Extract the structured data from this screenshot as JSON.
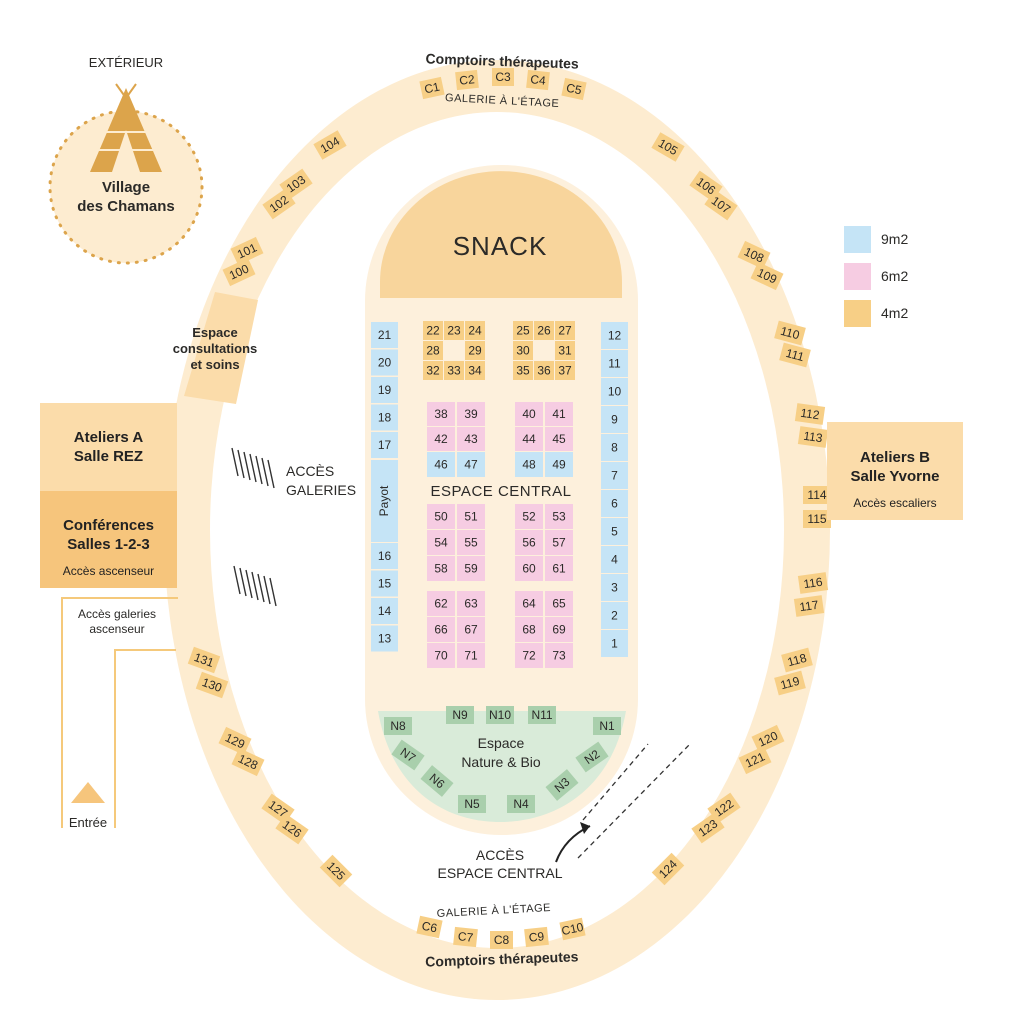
{
  "colors": {
    "blue": "#c5e4f6",
    "pink": "#f6cce2",
    "orange": "#f7cf86",
    "ring": "#fdecd0",
    "inner": "#fdf0dc",
    "snack": "#f8d59c",
    "nature": "#d9ebd9",
    "nature_box": "#a9cfac",
    "room": "#f8d59c",
    "text": "#2b2a28",
    "teepee": "#dca44b"
  },
  "legend": [
    {
      "label": "9m2",
      "color": "blue"
    },
    {
      "label": "6m2",
      "color": "pink"
    },
    {
      "label": "4m2",
      "color": "orange"
    }
  ],
  "labels": {
    "exterieur": "EXTÉRIEUR",
    "village_line1": "Village",
    "village_line2": "des Chamans",
    "comptoirs_top": "Comptoirs thérapeutes",
    "galerie_top": "GALERIE À L'ÉTAGE",
    "comptoirs_bottom": "Comptoirs thérapeutes",
    "galerie_bottom": "GALERIE À L'ÉTAGE",
    "snack": "SNACK",
    "espace_central": "ESPACE CENTRAL",
    "nature_line1": "Espace",
    "nature_line2": "Nature & Bio",
    "acces_galeries_1": "ACCÈS",
    "acces_galeries_2": "GALERIES",
    "acces_central_1": "ACCÈS",
    "acces_central_2": "ESPACE CENTRAL",
    "payot": "Payot",
    "consult_1": "Espace",
    "consult_2": "consultations",
    "consult_3": "et soins",
    "acces_galeries_asc_1": "Accès galeries",
    "acces_galeries_asc_2": "ascenseur",
    "entree": "Entrée"
  },
  "rooms": {
    "ateliers_a_1": "Ateliers A",
    "ateliers_a_2": "Salle REZ",
    "conferences_1": "Conférences",
    "conferences_2": "Salles 1-2-3",
    "acces_ascenseur": "Accès ascenseur",
    "ateliers_b_1": "Ateliers B",
    "ateliers_b_2": "Salle Yvorne",
    "acces_escaliers": "Accès escaliers"
  },
  "counters_top": [
    "C1",
    "C2",
    "C3",
    "C4",
    "C5"
  ],
  "counters_bottom": [
    "C6",
    "C7",
    "C8",
    "C9",
    "C10"
  ],
  "ring_left": [
    "104",
    "103",
    "102",
    "101",
    "100",
    "131",
    "130",
    "129",
    "128",
    "127",
    "126",
    "125"
  ],
  "ring_right": [
    "105",
    "106",
    "107",
    "108",
    "109",
    "110",
    "111",
    "112",
    "113",
    "114",
    "115",
    "116",
    "117",
    "118",
    "119",
    "120",
    "121",
    "122",
    "123",
    "124"
  ],
  "col_left_top": [
    "21",
    "20",
    "19",
    "18",
    "17"
  ],
  "col_left_bottom": [
    "16",
    "15",
    "14",
    "13"
  ],
  "col_right": [
    "12",
    "11",
    "10",
    "9",
    "8",
    "7",
    "6",
    "5",
    "4",
    "3",
    "2",
    "1"
  ],
  "block_orange_1": [
    "22",
    "23",
    "24",
    "28",
    "29",
    "32",
    "33",
    "34"
  ],
  "block_orange_2": [
    "25",
    "26",
    "27",
    "30",
    "31",
    "35",
    "36",
    "37"
  ],
  "block_pink_1": [
    "38",
    "39",
    "42",
    "43"
  ],
  "block_blue_1": [
    "46",
    "47"
  ],
  "block_pink_2": [
    "40",
    "41",
    "44",
    "45"
  ],
  "block_blue_2": [
    "48",
    "49"
  ],
  "block_pink_3": [
    "50",
    "51",
    "54",
    "55",
    "58",
    "59"
  ],
  "block_pink_4": [
    "52",
    "53",
    "56",
    "57",
    "60",
    "61"
  ],
  "block_pink_5": [
    "62",
    "63",
    "66",
    "67",
    "70",
    "71"
  ],
  "block_pink_6": [
    "64",
    "65",
    "68",
    "69",
    "72",
    "73"
  ],
  "nature_stands": [
    "N8",
    "N9",
    "N10",
    "N11",
    "N1",
    "N7",
    "N2",
    "N6",
    "N3",
    "N5",
    "N4"
  ]
}
